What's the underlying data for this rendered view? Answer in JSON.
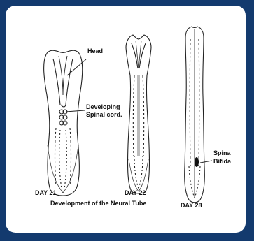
{
  "colors": {
    "frame": "#133a6e",
    "panel": "#ffffff",
    "ink": "#222222",
    "lesion": "#111111"
  },
  "labels": {
    "head": "Head",
    "spinal_line1": "Developing",
    "spinal_line2": "Spinal cord.",
    "spina_line1": "Spina",
    "spina_line2": "Bifida",
    "day21": "DAY 21",
    "day22": "DAY 22",
    "day28": "DAY 28",
    "caption": "Development of the Neural Tube"
  }
}
